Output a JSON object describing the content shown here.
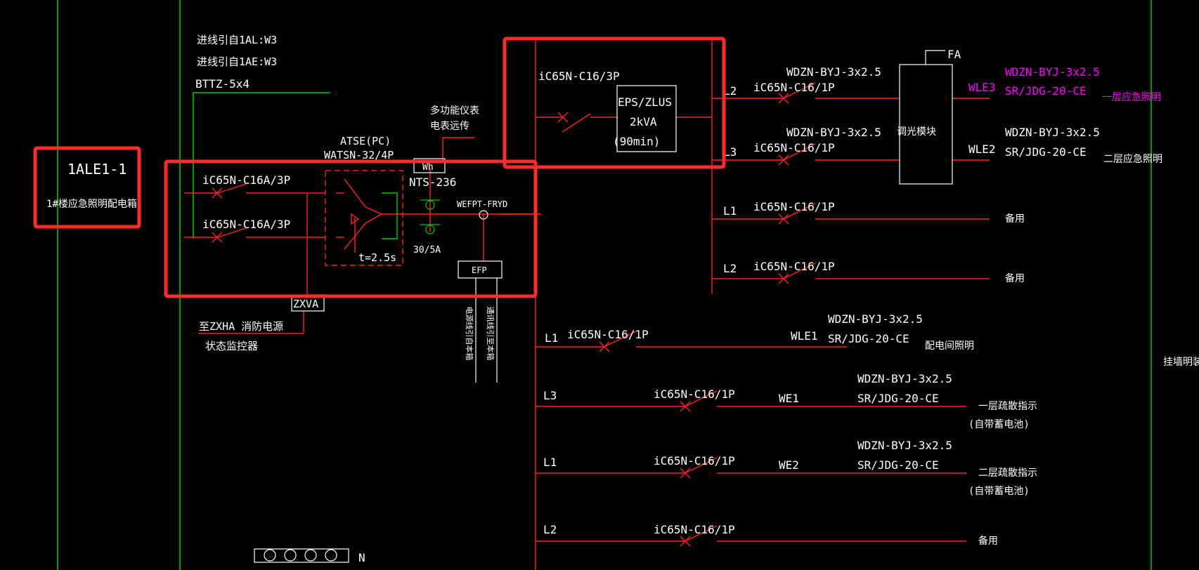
{
  "colors": {
    "background": "#000000",
    "wire": "#ff2020",
    "frame_line": "#00cc00",
    "text": "#ffffff",
    "magenta": "#ff00ff",
    "highlight": "#ff2a2a"
  },
  "panel": {
    "id": "1ALE1-1",
    "name": "1#楼应急照明配电箱"
  },
  "incoming": {
    "line1": "进线引自1AL:W3",
    "line2": "进线引自1AE:W3",
    "cable": "BTTZ-5x4"
  },
  "main_section": {
    "breaker1": "iC65N-C16A/3P",
    "breaker2": "iC65N-C16A/3P",
    "atse_type": "ATSE(PC)",
    "atse_model": "WATSN-32/4P",
    "atse_time": "t=2.5s",
    "meter_note1": "多功能仪表",
    "meter_note2": "电表远传",
    "meter_label": "Wh",
    "ct_model": "NTS-236",
    "ct_ratio": "30/5A",
    "fire_monitor": "WEFPT-FRYD",
    "efp_label": "EFP",
    "zxva_label": "ZXVA",
    "note_zxha1": "至ZXHA 消防电源",
    "note_zxha2": "状态监控器",
    "vertical_note1": "电源线引自本箱",
    "vertical_note2": "通讯线引至本箱"
  },
  "eps_section": {
    "breaker": "iC65N-C16/3P",
    "eps_line1": "EPS/ZLUS",
    "eps_line2": "2kVA",
    "eps_line3": "(90min)"
  },
  "eps_circuits": [
    {
      "phase": "L2",
      "breaker": "iC65N-C16/1P",
      "cable": "WDZN-BYJ-3x2.5",
      "circuit": "WLE3",
      "conduit": "SR/JDG-20-CE",
      "out_cable": "WDZN-BYJ-3x2.5",
      "purpose": "一层应急照明"
    },
    {
      "phase": "L3",
      "breaker": "iC65N-C16/1P",
      "cable": "WDZN-BYJ-3x2.5",
      "circuit": "WLE2",
      "conduit": "SR/JDG-20-CE",
      "out_cable": "WDZN-BYJ-3x2.5",
      "purpose": "二层应急照明"
    },
    {
      "phase": "L1",
      "breaker": "iC65N-C16/1P",
      "purpose": "备用"
    },
    {
      "phase": "L2",
      "breaker": "iC65N-C16/1P",
      "purpose": "备用"
    }
  ],
  "dimmer": {
    "label": "调光模块",
    "fa_label": "FA"
  },
  "main_circuits": [
    {
      "phase": "L1",
      "breaker": "iC65N-C16/1P",
      "circuit": "WLE1",
      "cable": "WDZN-BYJ-3x2.5",
      "conduit": "SR/JDG-20-CE",
      "purpose": "配电间照明"
    },
    {
      "phase": "L3",
      "breaker": "iC65N-C16/1P",
      "circuit": "WE1",
      "cable": "WDZN-BYJ-3x2.5",
      "conduit": "SR/JDG-20-CE",
      "purpose": "一层疏散指示",
      "purpose2": "(自带蓄电池)"
    },
    {
      "phase": "L1",
      "breaker": "iC65N-C16/1P",
      "circuit": "WE2",
      "cable": "WDZN-BYJ-3x2.5",
      "conduit": "SR/JDG-20-CE",
      "purpose": "二层疏散指示",
      "purpose2": "(自带蓄电池)"
    },
    {
      "phase": "L2",
      "breaker": "iC65N-C16/1P",
      "purpose": "备用"
    }
  ],
  "install_note": "挂墙明装",
  "neutral_label": "N"
}
